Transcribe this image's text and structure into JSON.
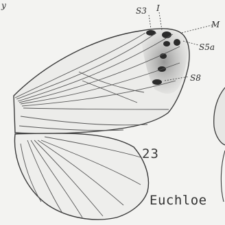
{
  "plate": {
    "figure_number": "23",
    "genus_label": "Euchloe",
    "labels": {
      "s3": "S3",
      "one": "I",
      "m": "M",
      "s5a": "S5a",
      "s8": "S8",
      "partial_left": "y"
    }
  }
}
